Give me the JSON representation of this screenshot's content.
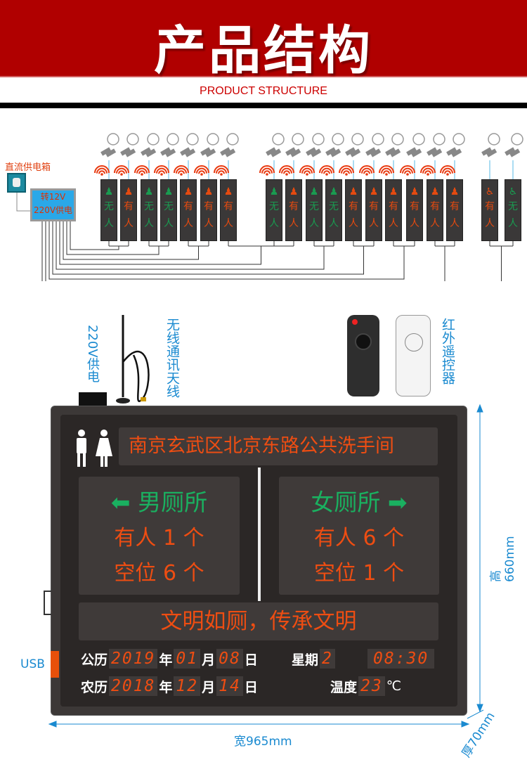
{
  "header": {
    "title": "产品结构",
    "subtitle": "PRODUCT STRUCTURE"
  },
  "diagram": {
    "dc_box_label": "直流供电箱",
    "psu_line1": "转12V",
    "psu_line2": "220V供电",
    "male_stalls": [
      "无人",
      "有人",
      "无人",
      "无人",
      "有人",
      "有人",
      "有人"
    ],
    "female_stalls": [
      "无人",
      "有人",
      "无人",
      "无人",
      "有人",
      "有人",
      "有人",
      "有人",
      "有人",
      "有人"
    ],
    "accessible_stalls": [
      "有人",
      "无人"
    ],
    "colors": {
      "vacant": "#1a9a50",
      "occupied": "#e44a10"
    }
  },
  "accessories": {
    "power_label": "220V供电",
    "antenna_label": "无线通讯天线",
    "remote_label": "红外遥控器"
  },
  "display": {
    "address": "南京玄武区北京东路公共洗手间",
    "male": {
      "title": "男厕所",
      "occupied_label": "有人",
      "occupied": "1",
      "vacant_label": "空位",
      "vacant": "6",
      "unit": "个"
    },
    "female": {
      "title": "女厕所",
      "occupied_label": "有人",
      "occupied": "6",
      "vacant_label": "空位",
      "vacant": "1",
      "unit": "个"
    },
    "slogan": "文明如厕，传承文明",
    "solar": {
      "label": "公历",
      "year": "2019",
      "month": "01",
      "day": "08"
    },
    "lunar": {
      "label": "农历",
      "year": "2018",
      "month": "12",
      "day": "14"
    },
    "units": {
      "year": "年",
      "month": "月",
      "day": "日"
    },
    "weekday_label": "星期",
    "weekday": "2",
    "time": "08:30",
    "temp_label": "温度",
    "temp": "23",
    "temp_unit": "℃",
    "usb_label": "USB"
  },
  "dimensions": {
    "height": "高660mm",
    "width": "宽965mm",
    "depth": "厚70mm"
  }
}
